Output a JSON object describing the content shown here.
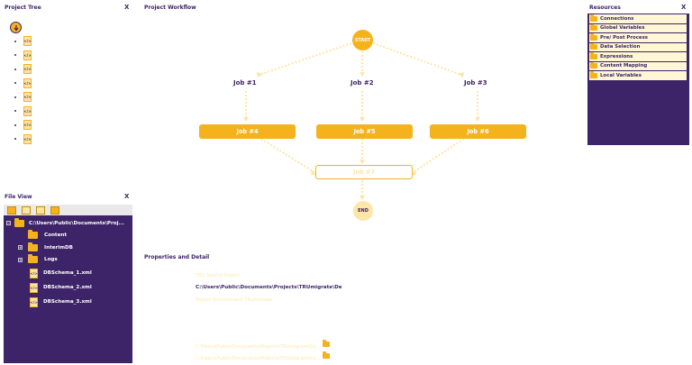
{
  "project_tree": {
    "title": "Project Tree",
    "close": "X",
    "items": [
      {
        "icon": "xml-file-icon"
      },
      {
        "icon": "xml-file-icon"
      },
      {
        "icon": "xml-file-icon"
      },
      {
        "icon": "xml-file-icon"
      },
      {
        "icon": "xml-file-icon"
      },
      {
        "icon": "xml-file-icon"
      },
      {
        "icon": "xml-file-icon"
      },
      {
        "icon": "xml-file-icon"
      }
    ]
  },
  "file_view": {
    "title": "File View",
    "close": "X",
    "root": "C:\\Users\\Public\\Documents\\Proj...",
    "folders": [
      "Content",
      "InterimDB",
      "Logs"
    ],
    "files": [
      "DBSchema_1.xml",
      "DBSchema_2.xml",
      "DBSchema_3.xml"
    ]
  },
  "workflow": {
    "title": "Project Workflow",
    "start": "START",
    "end": "END",
    "labels": [
      "Job #1",
      "Job #2",
      "Job #3"
    ],
    "buttons": [
      "Job #4",
      "Job #5",
      "Job #6"
    ],
    "merge": "Job #7"
  },
  "resources": {
    "title": "Resources",
    "close": "X",
    "items": [
      "Connections",
      "Global Variables",
      "Pre/ Post Process",
      "Data Selection",
      "Expressions",
      "Content Mapping",
      "Local Variables"
    ]
  },
  "properties": {
    "title": "Properties and Detail",
    "label1": "TRU Source Project",
    "value1": "C:\\Users\\Public\\Documents\\Projects\\TRUmigrate\\De",
    "label2": "Project Environment TRUmigrate",
    "path1": "C:\\Users\\Public\\Documents\\Projects\\TRUmigrate\\Co...",
    "path2": "C:\\Users\\Public\\Documents\\Projects\\TRUmigrate\\Co..."
  },
  "colors": {
    "accent": "#f4b21c",
    "dark": "#3d2468",
    "faint": "#fde8ab"
  }
}
